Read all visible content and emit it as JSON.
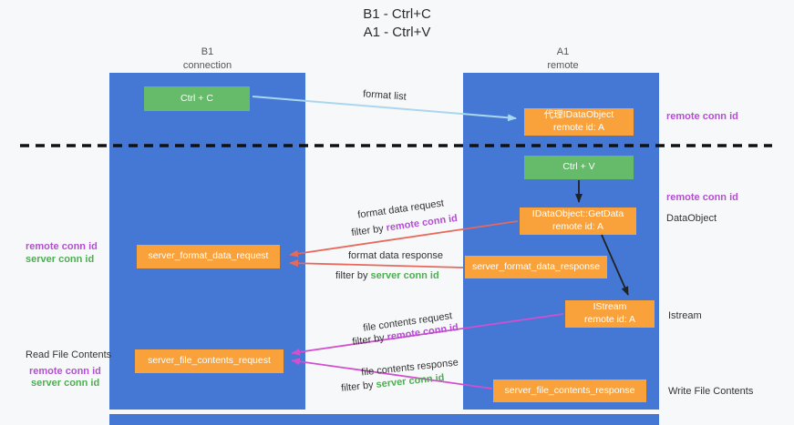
{
  "title": {
    "line1": "B1 - Ctrl+C",
    "line2": "A1 - Ctrl+V"
  },
  "columns": {
    "left": {
      "name": "B1",
      "subtitle": "connection"
    },
    "right": {
      "name": "A1",
      "subtitle": "remote"
    }
  },
  "boxes": {
    "ctrl_c": "Ctrl + C",
    "ctrl_v": "Ctrl + V",
    "proxy_dataobject": {
      "line1": "代理IDataObject",
      "line2": "remote id: A"
    },
    "getdata": {
      "line1": "IDataObject::GetData",
      "line2": "remote id: A"
    },
    "istream": {
      "line1": "IStream",
      "line2": "remote id: A"
    },
    "format_request": "server_format_data_request",
    "format_response": "server_format_data_response",
    "file_request": "server_file_contents_request",
    "file_response": "server_file_contents_response"
  },
  "arrow_labels": {
    "format_list": "format list",
    "format_request": "format data request",
    "format_request_filter_prefix": "filter by ",
    "format_request_filter_key": "remote conn id",
    "format_response": "format data response",
    "format_response_filter_prefix": "filter by ",
    "format_response_filter_key": "server conn id",
    "file_request": "file contents request",
    "file_request_filter_prefix": "filter by ",
    "file_request_filter_key": "remote conn id",
    "file_response": "file contents response",
    "file_response_filter_prefix": "filter by ",
    "file_response_filter_key": "server conn id"
  },
  "side_labels": {
    "right_remote_conn_1": "remote conn id",
    "right_remote_conn_2": "remote conn id",
    "dataobject": "DataObject",
    "istream": "Istream",
    "write_file": "Write File Contents",
    "left_remote_conn_1": "remote conn id",
    "left_server_conn_1": "server conn id",
    "read_file": "Read File Contents",
    "left_remote_conn_2": "remote conn id",
    "left_server_conn_2": "server conn id"
  },
  "colors": {
    "background": "#f7f8fa",
    "lane_blue": "#4478d4",
    "box_green": "#66bb6a",
    "box_orange": "#f9a23c",
    "remote_conn_purple": "#b44fd2",
    "server_conn_green": "#4caf50",
    "arrow_red": "#e6695c",
    "arrow_magenta": "#d24fd0",
    "arrow_blue": "#a9d7ef",
    "arrow_black": "#222222",
    "dashed_line": "#111111"
  }
}
